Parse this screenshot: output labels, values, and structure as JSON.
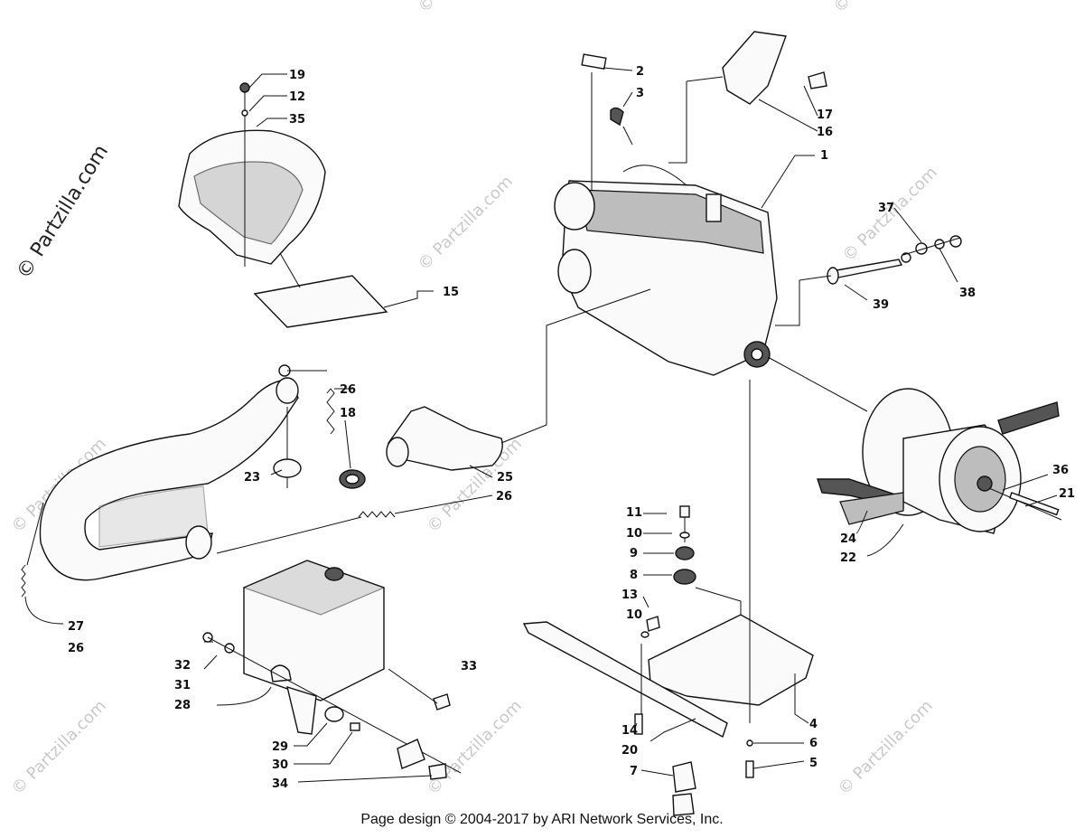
{
  "watermark": {
    "side_text": "© Partzilla.com",
    "tile_text": "© Partzilla.com"
  },
  "footer": {
    "text": "Page design © 2004-2017 by ARI Network Services, Inc."
  },
  "callouts": [
    {
      "id": "1",
      "label": "1"
    },
    {
      "id": "2",
      "label": "2"
    },
    {
      "id": "3",
      "label": "3"
    },
    {
      "id": "4",
      "label": "4"
    },
    {
      "id": "5",
      "label": "5"
    },
    {
      "id": "6",
      "label": "6"
    },
    {
      "id": "7",
      "label": "7"
    },
    {
      "id": "8",
      "label": "8"
    },
    {
      "id": "9",
      "label": "9"
    },
    {
      "id": "10a",
      "label": "10"
    },
    {
      "id": "10b",
      "label": "10"
    },
    {
      "id": "11",
      "label": "11"
    },
    {
      "id": "12",
      "label": "12"
    },
    {
      "id": "13",
      "label": "13"
    },
    {
      "id": "14",
      "label": "14"
    },
    {
      "id": "15",
      "label": "15"
    },
    {
      "id": "16",
      "label": "16"
    },
    {
      "id": "17",
      "label": "17"
    },
    {
      "id": "18",
      "label": "18"
    },
    {
      "id": "19",
      "label": "19"
    },
    {
      "id": "20",
      "label": "20"
    },
    {
      "id": "21",
      "label": "21"
    },
    {
      "id": "22",
      "label": "22"
    },
    {
      "id": "23",
      "label": "23"
    },
    {
      "id": "24",
      "label": "24"
    },
    {
      "id": "25",
      "label": "25"
    },
    {
      "id": "26a",
      "label": "26"
    },
    {
      "id": "26b",
      "label": "26"
    },
    {
      "id": "26c",
      "label": "26"
    },
    {
      "id": "27",
      "label": "27"
    },
    {
      "id": "28",
      "label": "28"
    },
    {
      "id": "29",
      "label": "29"
    },
    {
      "id": "30",
      "label": "30"
    },
    {
      "id": "31",
      "label": "31"
    },
    {
      "id": "32",
      "label": "32"
    },
    {
      "id": "33",
      "label": "33"
    },
    {
      "id": "34",
      "label": "34"
    },
    {
      "id": "35",
      "label": "35"
    },
    {
      "id": "36",
      "label": "36"
    },
    {
      "id": "37",
      "label": "37"
    },
    {
      "id": "38",
      "label": "38"
    },
    {
      "id": "39",
      "label": "39"
    }
  ]
}
